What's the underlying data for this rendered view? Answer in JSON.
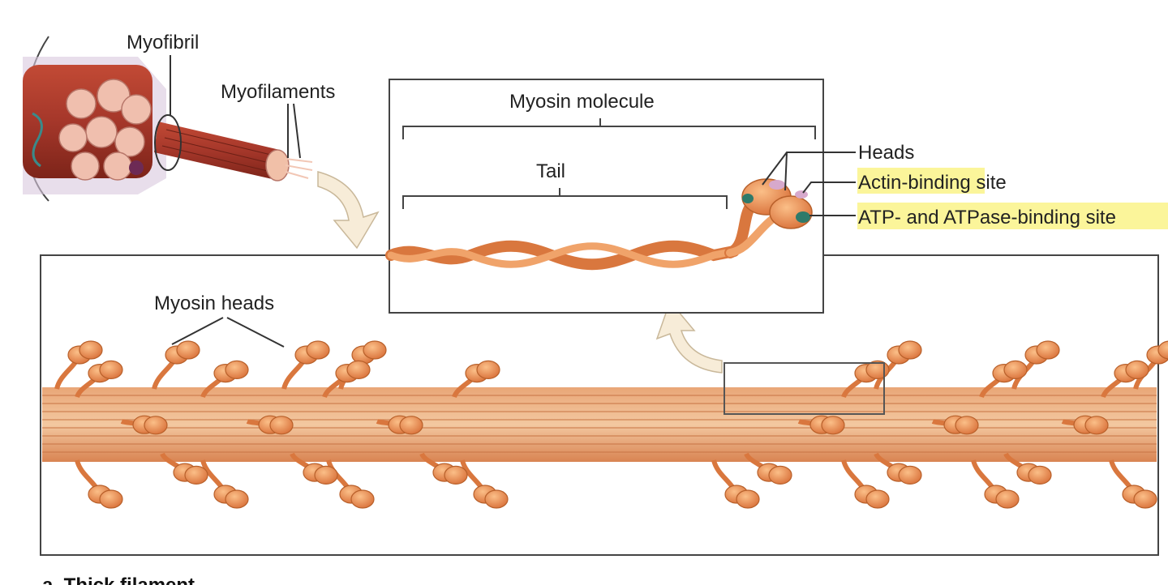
{
  "labels": {
    "myofibril": "Myofibril",
    "myofilaments": "Myofilaments",
    "myosin_molecule": "Myosin molecule",
    "tail": "Tail",
    "heads": "Heads",
    "actin_binding_site": "Actin-binding site",
    "atp_binding_site": "ATP- and ATPase-binding site",
    "myosin_heads": "Myosin heads",
    "caption": "a. Thick filament"
  },
  "colors": {
    "myosin": "#e8884a",
    "myosin_dark": "#c8632a",
    "myosin_light": "#f5b07a",
    "filament_bg": "#f2c9a3",
    "muscle_red": "#a53a2a",
    "highlight": "#fbf59a",
    "atp_site": "#2e7a6a",
    "arrow_fill": "#f7ecd8"
  }
}
